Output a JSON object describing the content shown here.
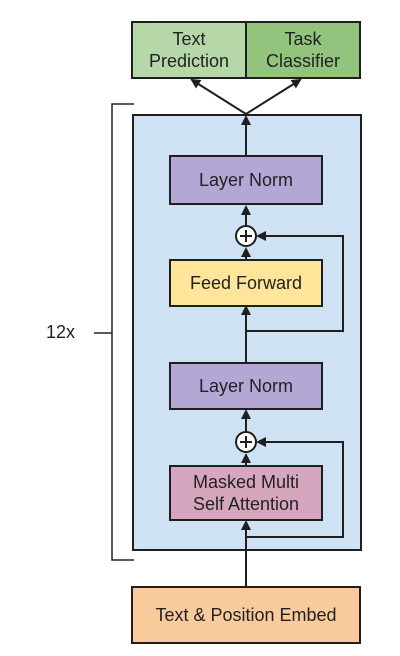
{
  "diagram": {
    "outputs": {
      "text_prediction": "Text\nPrediction",
      "task_classifier": "Task\nClassifier"
    },
    "repeat_label": "12x",
    "blocks": {
      "layer_norm_top": "Layer Norm",
      "feed_forward": "Feed Forward",
      "layer_norm_bottom": "Layer Norm",
      "masked_attention": "Masked Multi\nSelf Attention",
      "embed": "Text & Position Embed"
    },
    "colors": {
      "output_left": "#b6d7a8",
      "output_right": "#93c47d",
      "transformer_block": "#cfe2f3",
      "layer_norm": "#b4a7d6",
      "feed_forward": "#ffe599",
      "attention": "#d5a6bd",
      "embed": "#f9cb9c"
    }
  }
}
